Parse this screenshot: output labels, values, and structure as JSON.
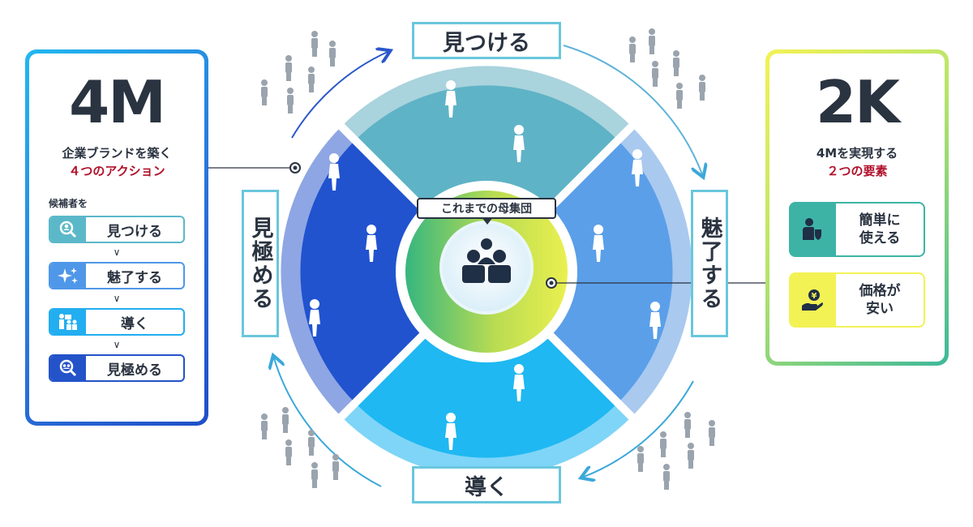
{
  "diagram": {
    "center_label": "これまでの母集団",
    "wheel_labels": {
      "top": "見つける",
      "right": "魅了する",
      "bottom": "導く",
      "left": "見極める"
    }
  },
  "left_panel": {
    "title": "4M",
    "subtitle": "企業ブランドを築く",
    "subtitle_accent": "４つのアクション",
    "steps_heading": "候補者を",
    "steps": [
      {
        "label": "見つける",
        "icon": "search-person-icon",
        "color": "#5bb8c9"
      },
      {
        "label": "魅了する",
        "icon": "sparkle-icon",
        "color": "#4f97e8"
      },
      {
        "label": "導く",
        "icon": "guide-people-icon",
        "color": "#22aef0"
      },
      {
        "label": "見極める",
        "icon": "search-group-icon",
        "color": "#2453c9"
      }
    ],
    "chevron": "∨"
  },
  "right_panel": {
    "title": "2K",
    "subtitle": "4Mを実現する",
    "subtitle_accent": "２つの要素",
    "elements": [
      {
        "label": "簡単に使える",
        "line1": "簡単に",
        "line2": "使える",
        "icon": "person-shield-icon",
        "color": "#3db3a6"
      },
      {
        "label": "価格が安い",
        "line1": "価格が",
        "line2": "安い",
        "icon": "yen-coin-hand-icon",
        "color": "#f3f255"
      }
    ]
  },
  "colors": {
    "dark_text": "#2a3340",
    "accent_red": "#b0102a",
    "quad_top": "#5fb3c6",
    "quad_right": "#5b9fe9",
    "quad_bottom": "#1fb8f2",
    "quad_left": "#2153cf"
  }
}
